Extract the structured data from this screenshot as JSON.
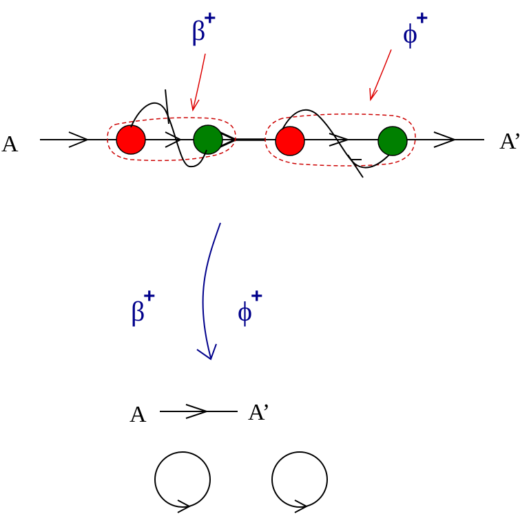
{
  "diagram": {
    "top": {
      "start_label": "A",
      "end_label": "A’",
      "operators": [
        {
          "symbol": "β",
          "sup": "+"
        },
        {
          "symbol": "ϕ",
          "sup": "+"
        }
      ]
    },
    "transition": {
      "left": {
        "symbol": "β",
        "sup": "+"
      },
      "right": {
        "symbol": "ϕ",
        "sup": "+"
      }
    },
    "bottom": {
      "start_label": "A",
      "end_label": "A’"
    },
    "colors": {
      "line": "#000000",
      "red_dot": "#ff0000",
      "green_dot": "#008000",
      "dashed_outline": "#cc0000",
      "label_blue": "#00008b",
      "pointer_red": "#dd0000",
      "transition_arrow": "#00008b"
    }
  }
}
